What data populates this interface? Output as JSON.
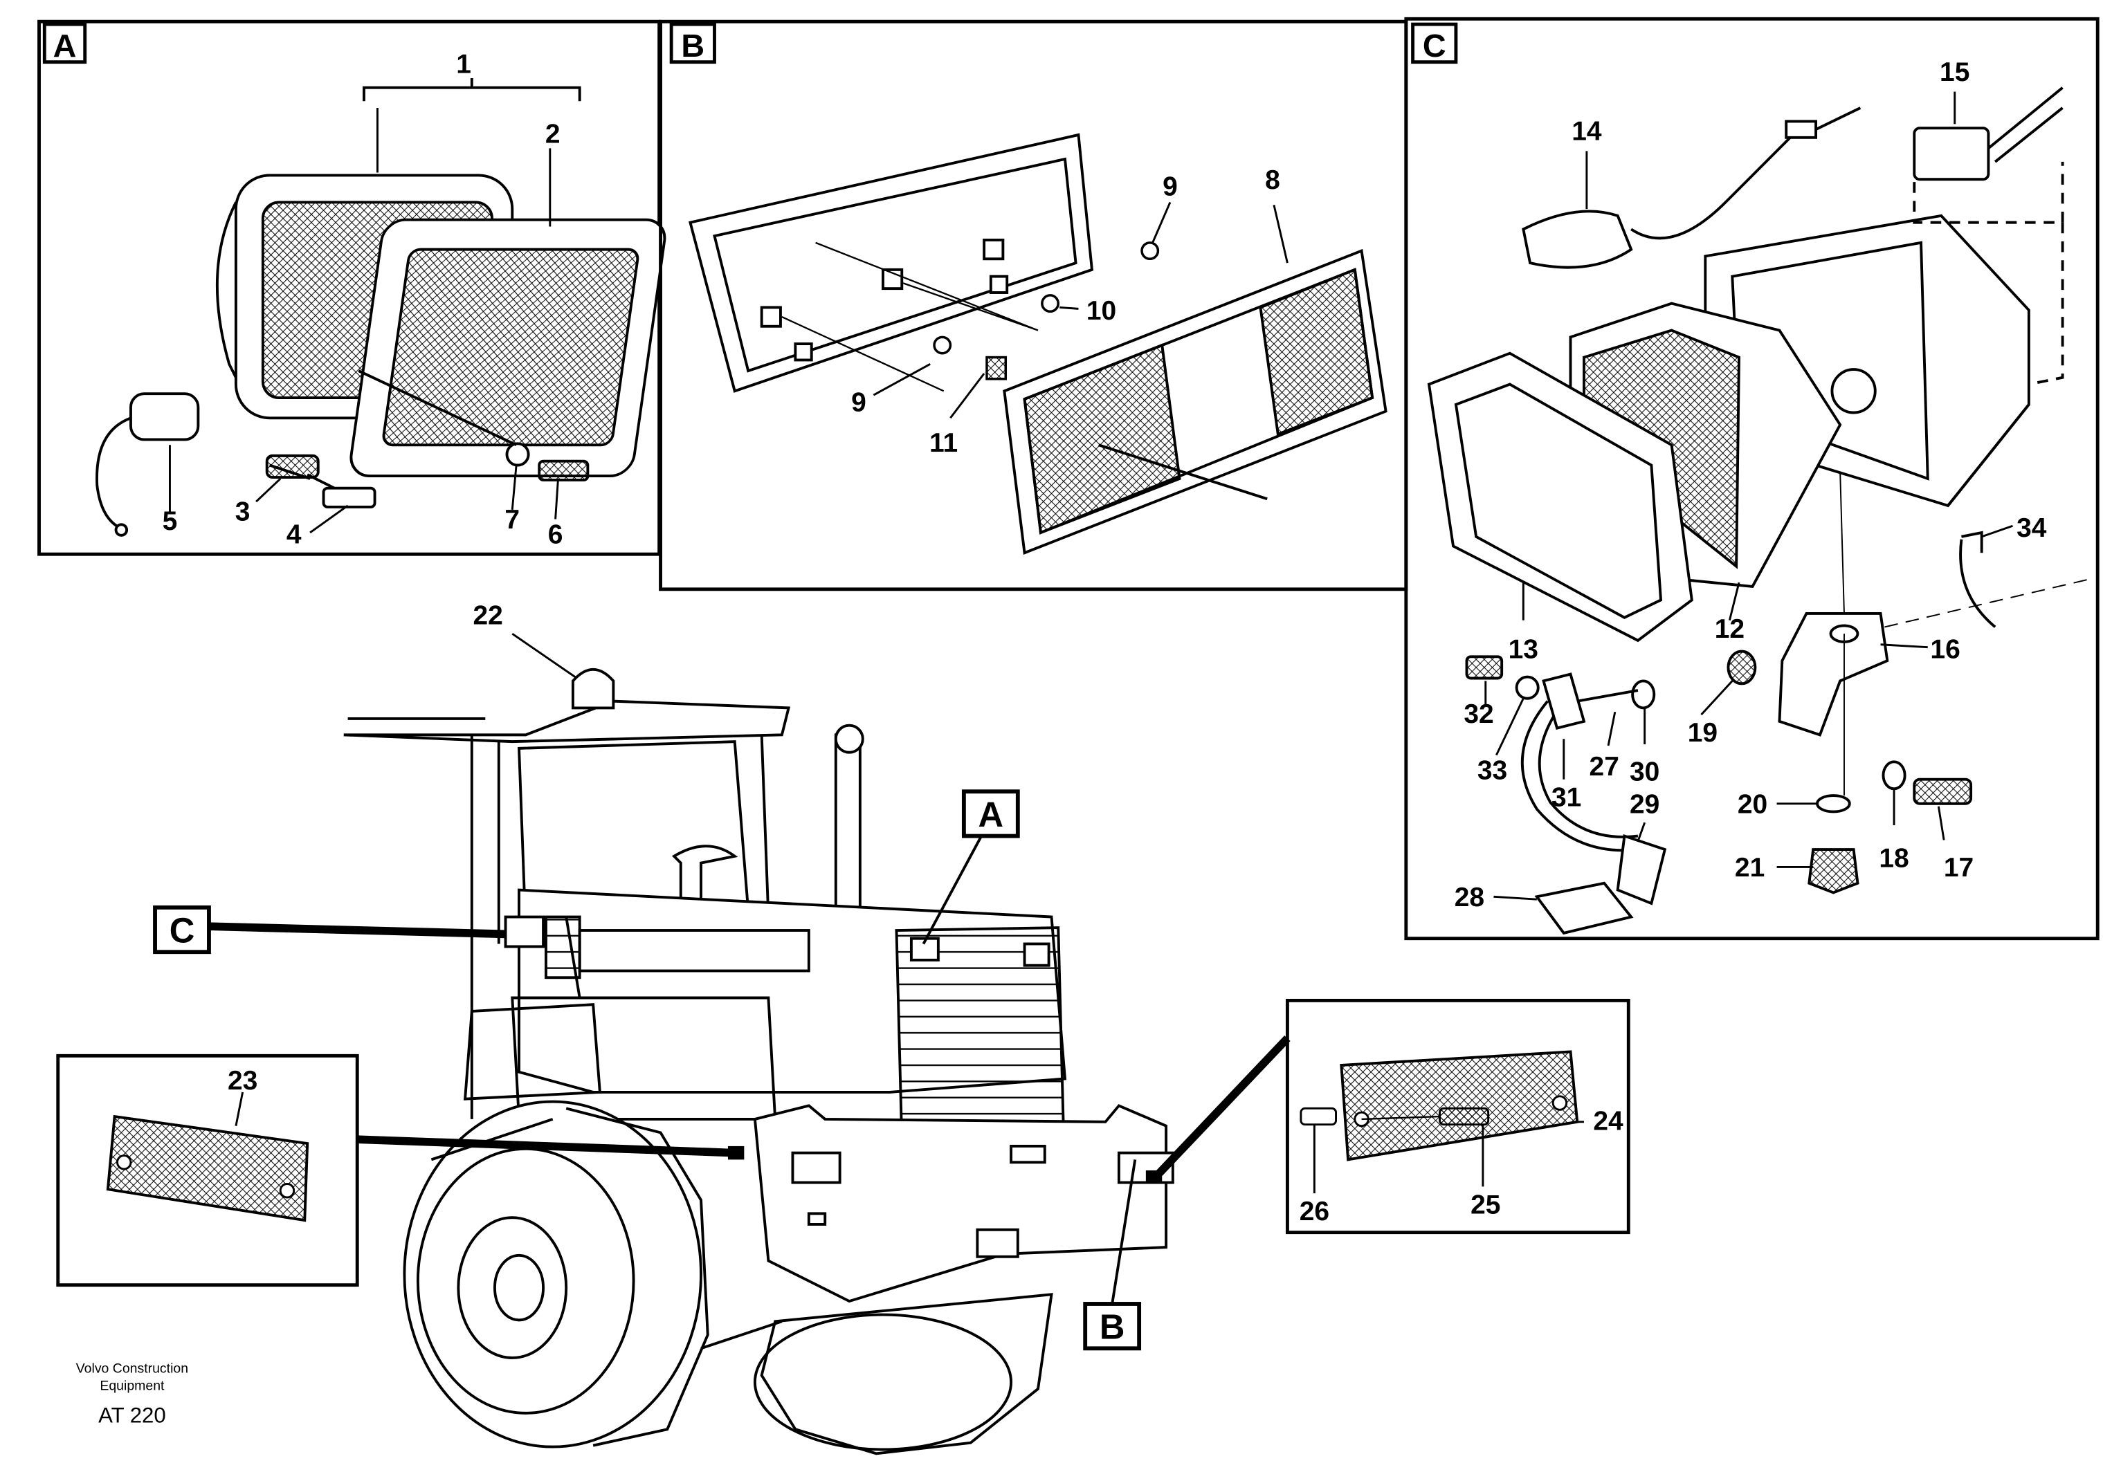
{
  "panels": {
    "a": {
      "tag": "A"
    },
    "b": {
      "tag": "B"
    },
    "c": {
      "tag": "C"
    }
  },
  "callout_tags": {
    "a": "A",
    "b": "B",
    "c": "C"
  },
  "part_numbers": {
    "p1": "1",
    "p2": "2",
    "p3": "3",
    "p4": "4",
    "p5": "5",
    "p6": "6",
    "p7": "7",
    "p8": "8",
    "p9a": "9",
    "p9b": "9",
    "p10": "10",
    "p11": "11",
    "p12": "12",
    "p13": "13",
    "p14": "14",
    "p15": "15",
    "p16": "16",
    "p17": "17",
    "p18": "18",
    "p19": "19",
    "p20": "20",
    "p21": "21",
    "p22": "22",
    "p23": "23",
    "p24": "24",
    "p25": "25",
    "p26": "26",
    "p27": "27",
    "p28": "28",
    "p29": "29",
    "p30": "30",
    "p31": "31",
    "p32": "32",
    "p33": "33",
    "p34": "34"
  },
  "footer": {
    "line1": "Volvo Construction",
    "line2": "Equipment",
    "code": "AT 220"
  },
  "colors": {
    "ink": "#000000",
    "paper": "#ffffff"
  }
}
